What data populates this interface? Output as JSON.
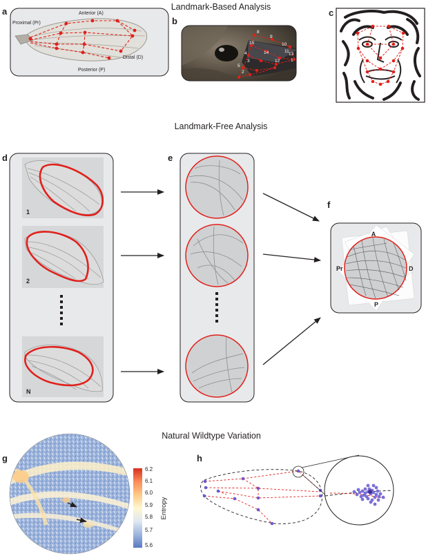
{
  "sections": {
    "landmark_based": "Landmark-Based Analysis",
    "landmark_free": "Landmark-Free Analysis",
    "natural": "Natural Wildtype Variation"
  },
  "panels": {
    "a": "a",
    "b": "b",
    "c": "c",
    "d": "d",
    "e": "e",
    "f": "f",
    "g": "g",
    "h": "h"
  },
  "panel_a": {
    "anterior": "Anterior (A)",
    "proximal": "Proximal (Pr)",
    "distal": "Distal (D)",
    "posterior": "Posterior (P)"
  },
  "panel_b": {
    "labels": [
      "8",
      "9",
      "10",
      "11",
      "15",
      "14",
      "12",
      "13",
      "1",
      "2",
      "3",
      "4",
      "5"
    ]
  },
  "panel_d": {
    "labels": [
      "1",
      "2",
      "N"
    ]
  },
  "panel_f": {
    "A": "A",
    "P": "P",
    "Pr": "Pr",
    "D": "D"
  },
  "panel_g": {
    "colorbar_title": "Entropy",
    "ticks": [
      "6.2",
      "6.1",
      "6.0",
      "5.9",
      "5.8",
      "5.7",
      "5.6"
    ],
    "colors": [
      "#d7301f",
      "#fc8d59",
      "#fdcc8a",
      "#fff7d0",
      "#dfe7f2",
      "#9bb3db",
      "#5a79c2"
    ]
  },
  "colors": {
    "landmark_red": "#e0201b",
    "panel_bg": "#e8e9eb",
    "point_purple": "#6a5acd"
  }
}
